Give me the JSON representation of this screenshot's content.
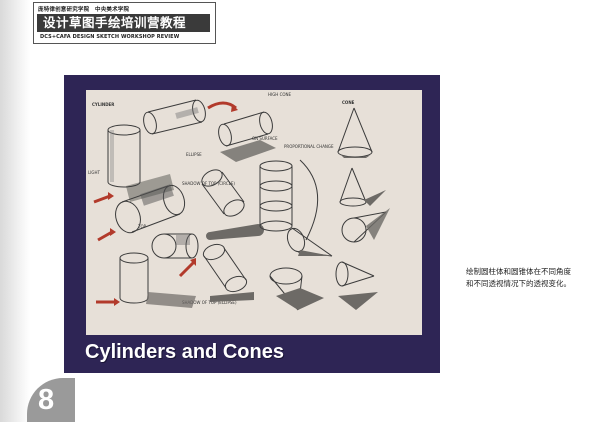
{
  "header": {
    "top_line": "庞特律创意研究学院　中央美术学院",
    "title": "设计草图手绘培训营教程",
    "sub_line": "DCS+CAFA DESIGN SKETCH WORKSHOP REVIEW"
  },
  "figure": {
    "title_caption": "Cylinders and Cones",
    "sketch_labels": {
      "cylinder": "CYLINDER",
      "cone": "CONE",
      "high_cone": "HIGH CONE",
      "on_surface": "ON SURFACE",
      "top": "TOP",
      "shadow_top_circle": "SHADOW OF TOP (CIRCLE)",
      "shadow_top_ellipse": "SHADOW OF TOP (ELLIPSE)",
      "proportional_change": "PROPORTIONAL CHANGE",
      "light": "LIGHT",
      "ellipse": "ELLIPSE"
    }
  },
  "body_text": "绘制圆柱体和圆锥体在不同角度和不同透视情况下的透视变化。",
  "page_number": "8",
  "colors": {
    "frame": "#2e2555",
    "paper": "#e7e0d8",
    "accent_arrow": "#b23a2b",
    "page_tab": "#9a9a9a"
  }
}
